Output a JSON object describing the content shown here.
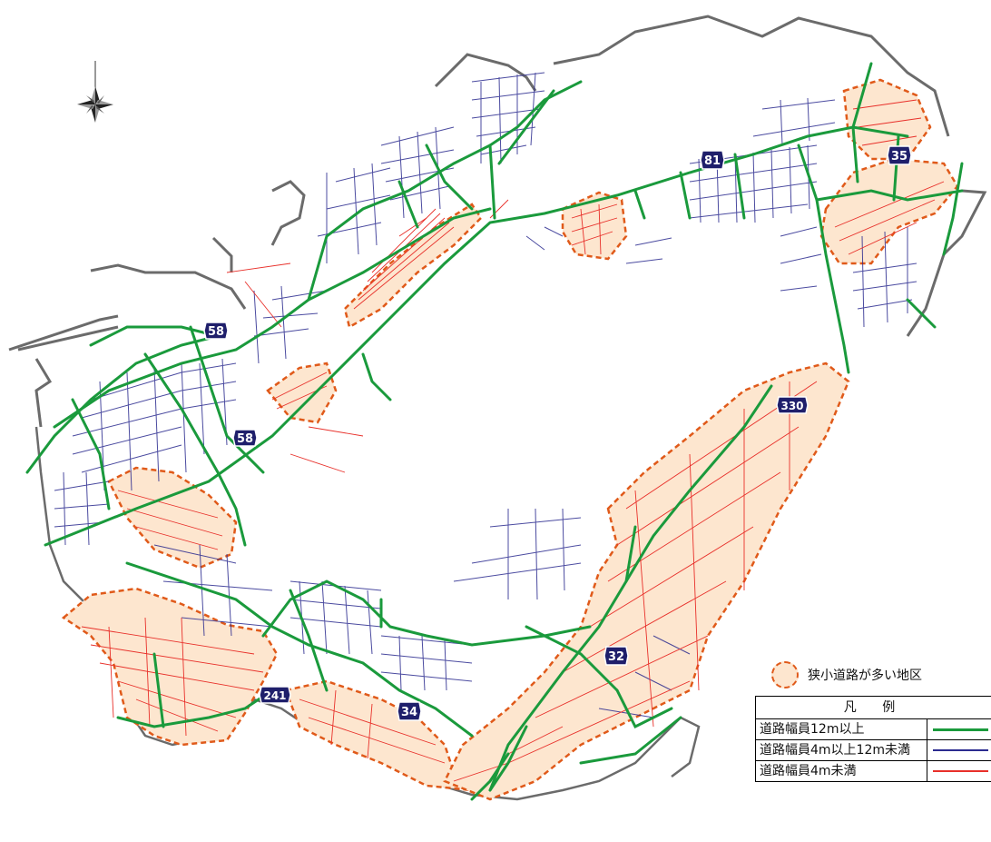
{
  "colors": {
    "wide_road": "#1a9a3c",
    "medium_road": "#2b2b8f",
    "narrow_road": "#e8302a",
    "district_fill": "#fde6cf",
    "district_outline": "#e05a1a",
    "boundary": "#6b6b6b",
    "route_shield": "#1f1f6b"
  },
  "route_shields": {
    "r58_north": "58",
    "r58_south": "58",
    "r81": "81",
    "r35": "35",
    "r330": "330",
    "r32": "32",
    "r34": "34",
    "r241": "241"
  },
  "district_legend": {
    "label": "狭小道路が多い地区"
  },
  "legend": {
    "title": "凡 例",
    "rows": [
      {
        "label": "道路幅員12m以上"
      },
      {
        "label": "道路幅員4m以上12m未満"
      },
      {
        "label": "道路幅員4m未満"
      }
    ]
  },
  "compass": {
    "icon": "compass-rose-icon"
  }
}
